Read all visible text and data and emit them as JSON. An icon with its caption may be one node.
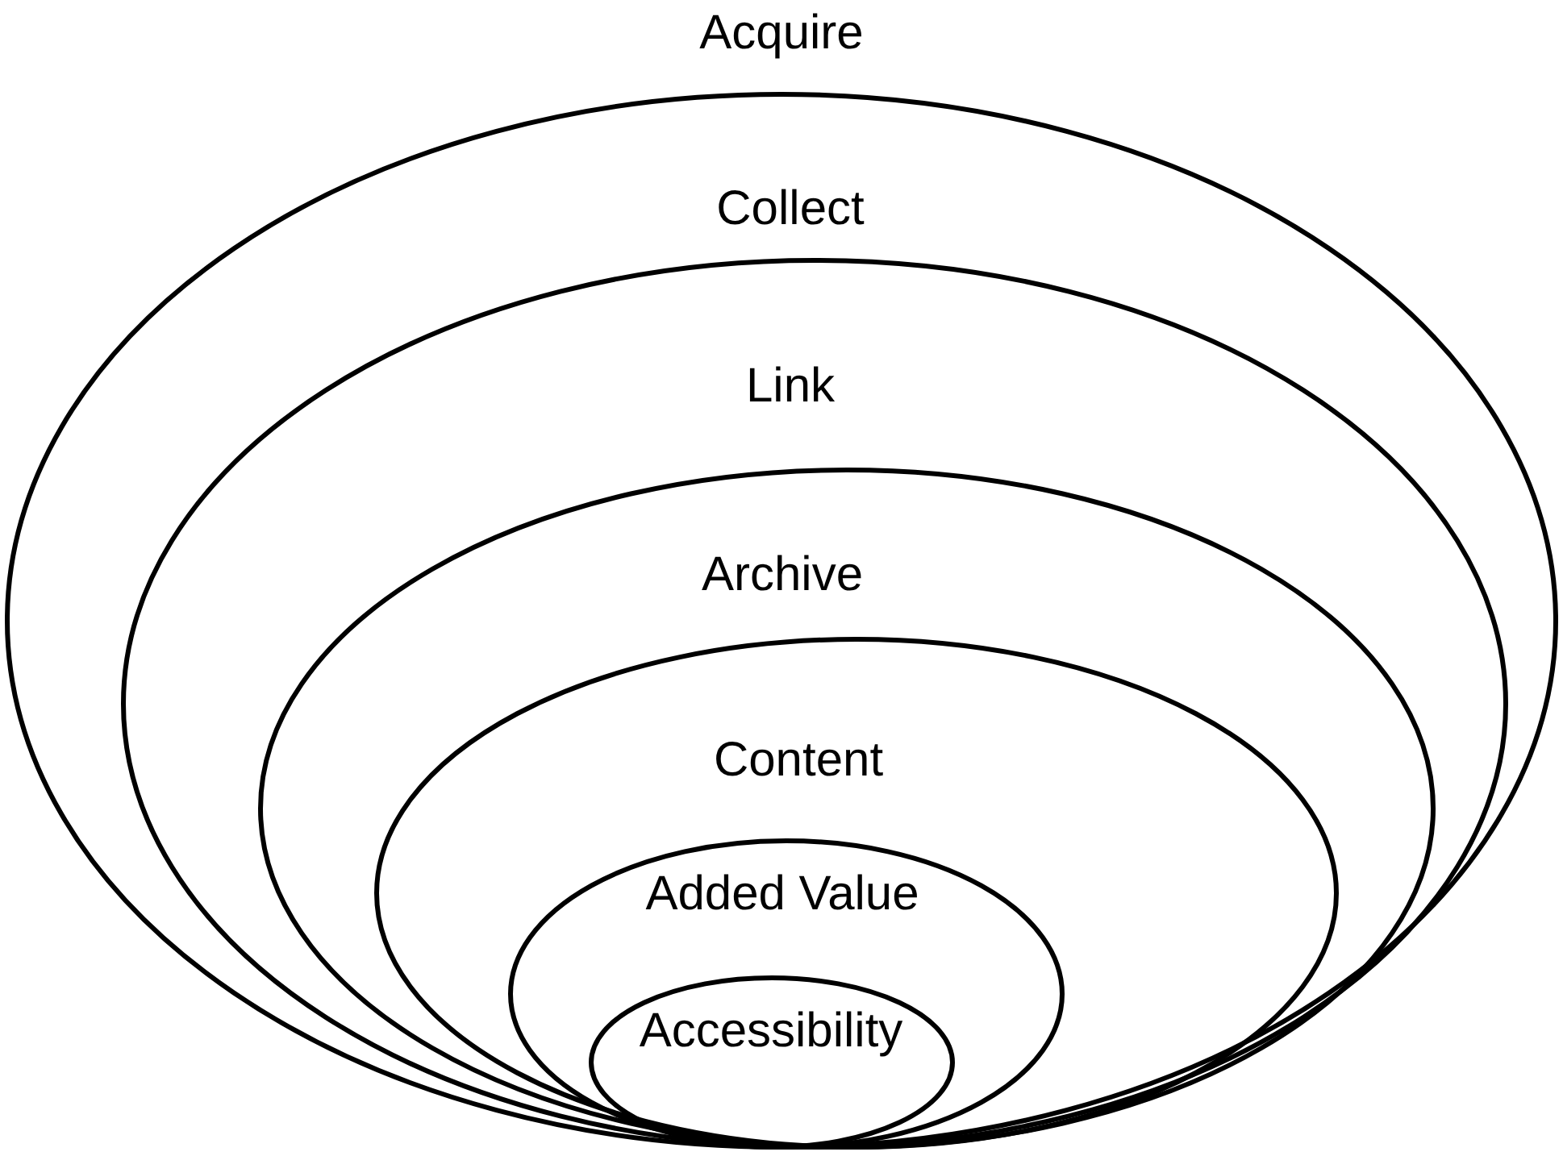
{
  "diagram": {
    "title": "Acquire",
    "nodes": [
      {
        "text": [
          "Collect"
        ]
      },
      {
        "text": [
          "Link"
        ],
        "in": 0
      },
      {
        "text": [
          "Archive"
        ],
        "in": 1
      },
      {
        "text": [
          "Content"
        ],
        "in": 2
      },
      {
        "text": [
          "Added Value"
        ],
        "in": 3
      },
      {
        "text": [
          "Accessibility"
        ],
        "in": 4
      }
    ]
  }
}
